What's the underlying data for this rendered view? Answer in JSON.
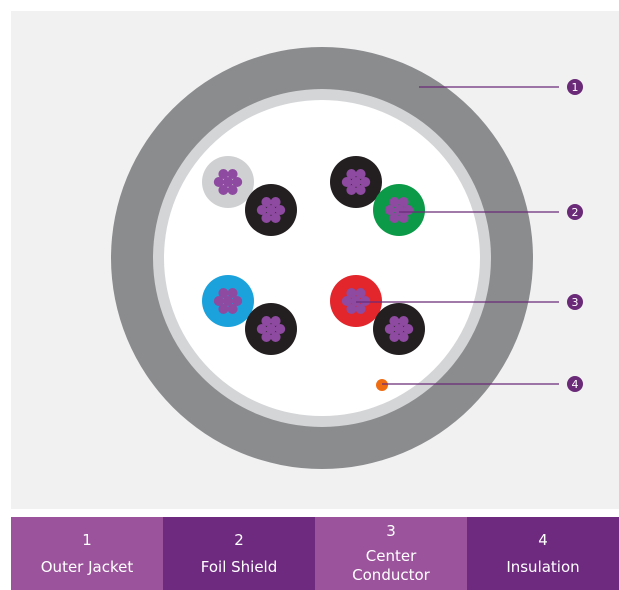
{
  "colors": {
    "panel_bg": "#f1f1f2",
    "outer_jacket": "#8b8c8e",
    "foil_shield": "#d4d5d7",
    "interior": "#ffffff",
    "strand": "#8e4aa0",
    "callout_line": "#6a2a78",
    "callout_badge": "#6a2a78",
    "orange_dot": "#ef6c13",
    "legend_light": "#9b549c",
    "legend_dark": "#6e2a7f"
  },
  "conductors": [
    {
      "name": "gray",
      "color": "#cfd0d2"
    },
    {
      "name": "black",
      "color": "#231f20"
    },
    {
      "name": "black",
      "color": "#231f20"
    },
    {
      "name": "green",
      "color": "#0c9a49"
    },
    {
      "name": "blue",
      "color": "#1ba2dc"
    },
    {
      "name": "black",
      "color": "#231f20"
    },
    {
      "name": "red",
      "color": "#e2262b"
    },
    {
      "name": "black",
      "color": "#231f20"
    }
  ],
  "callouts": [
    {
      "number": "1"
    },
    {
      "number": "2"
    },
    {
      "number": "3"
    },
    {
      "number": "4"
    }
  ],
  "legend": [
    {
      "number": "1",
      "label": "Outer Jacket"
    },
    {
      "number": "2",
      "label": "Foil Shield"
    },
    {
      "number": "3",
      "label": "Center Conductor"
    },
    {
      "number": "4",
      "label": "Insulation"
    }
  ]
}
